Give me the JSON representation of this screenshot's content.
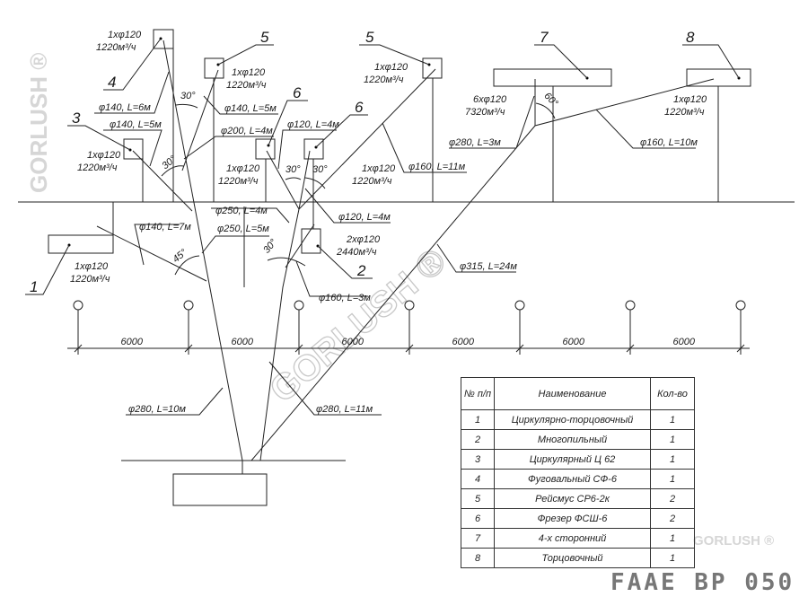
{
  "watermark": "GORLUSH ®",
  "stamp_code": "FAAE BP 050",
  "machine_numbers": {
    "m1": "1",
    "m2": "2",
    "m3": "3",
    "m4": "4",
    "m5a": "5",
    "m5b": "5",
    "m6a": "6",
    "m6b": "6",
    "m7": "7",
    "m8": "8"
  },
  "flows": {
    "m4": [
      "1xφ120",
      "1220м³/ч"
    ],
    "m5a": [
      "1xφ120",
      "1220м³/ч"
    ],
    "m3": [
      "1xφ120",
      "1220м³/ч"
    ],
    "m6a": [
      "1xφ120",
      "1220м³/ч"
    ],
    "m6b": [
      "1xφ120",
      "1220м³/ч"
    ],
    "m5b": [
      "1xφ120",
      "1220м³/ч"
    ],
    "m7": [
      "6xφ120",
      "7320м³/ч"
    ],
    "m8": [
      "1xφ120",
      "1220м³/ч"
    ],
    "m1": [
      "1xφ120",
      "1220м³/ч"
    ],
    "m2": [
      "2xφ120",
      "2440м³/ч"
    ]
  },
  "ducts": {
    "d140_6": "φ140, L=6м",
    "d140_5a": "φ140, L=5м",
    "d140_5b": "φ140, L=5м",
    "d200_4": "φ200, L=4м",
    "d120_4a": "φ120, L=4м",
    "d120_4b": "φ120, L=4м",
    "d160_11": "φ160, L=11м",
    "d280_3": "φ280, L=3м",
    "d160_10": "φ160, L=10м",
    "d250_4": "φ250, L=4м",
    "d250_5": "φ250, L=5м",
    "d140_7": "φ140, L=7м",
    "d160_3": "φ160, L=3м",
    "d315_24": "φ315, L=24м",
    "d280_10": "φ280, L=10м",
    "d280_11": "φ280, L=11м"
  },
  "angles": {
    "a1": "30°",
    "a2": "30°",
    "a3": "30°",
    "a4": "30°",
    "a5": "45°",
    "a6": "30°",
    "a7": "60°"
  },
  "spans": [
    "6000",
    "6000",
    "6000",
    "6000",
    "6000",
    "6000"
  ],
  "table": {
    "headers": [
      "№ п/п",
      "Наименование",
      "Кол-во"
    ],
    "rows": [
      [
        "1",
        "Циркулярно-торцовочный",
        "1"
      ],
      [
        "2",
        "Многопильный",
        "1"
      ],
      [
        "3",
        "Циркулярный Ц 62",
        "1"
      ],
      [
        "4",
        "Фуговальный СФ-6",
        "1"
      ],
      [
        "5",
        "Рейсмус СР6-2к",
        "2"
      ],
      [
        "6",
        "Фрезер ФСШ-6",
        "2"
      ],
      [
        "7",
        "4-х сторонний",
        "1"
      ],
      [
        "8",
        "Торцовочный",
        "1"
      ]
    ]
  }
}
